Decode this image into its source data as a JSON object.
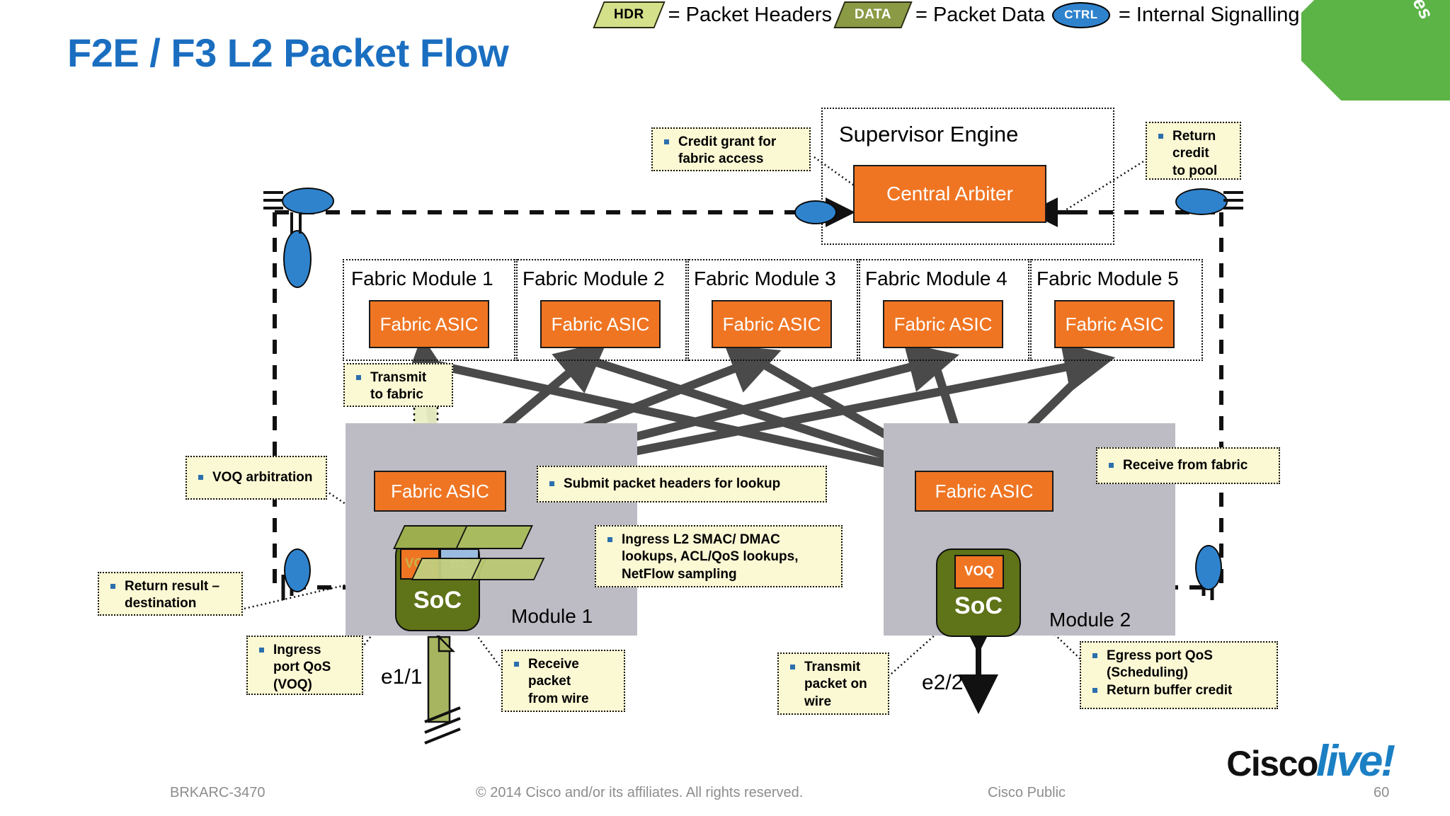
{
  "slide": {
    "title": "F2E / F3 L2 Packet Flow",
    "ribbon_label": "F Series"
  },
  "legend": {
    "hdr_tag": "HDR",
    "hdr_text": "= Packet Headers",
    "data_tag": "DATA",
    "data_text": "= Packet Data",
    "ctrl_tag": "CTRL",
    "ctrl_text": "= Internal Signalling"
  },
  "supervisor": {
    "title": "Supervisor Engine",
    "arbiter_label": "Central Arbiter"
  },
  "fabric_modules": [
    {
      "title": "Fabric Module 1",
      "asic_label": "Fabric ASIC"
    },
    {
      "title": "Fabric Module 2",
      "asic_label": "Fabric ASIC"
    },
    {
      "title": "Fabric Module 3",
      "asic_label": "Fabric ASIC"
    },
    {
      "title": "Fabric Module 4",
      "asic_label": "Fabric ASIC"
    },
    {
      "title": "Fabric Module 5",
      "asic_label": "Fabric ASIC"
    }
  ],
  "modules": [
    {
      "name": "Module 1",
      "asic_label": "Fabric ASIC",
      "soc_label": "SoC",
      "voq_label": "VOQ",
      "be_label": "BE",
      "port": "e1/1"
    },
    {
      "name": "Module 2",
      "asic_label": "Fabric ASIC",
      "soc_label": "SoC",
      "voq_label": "VOQ",
      "port": "e2/2"
    }
  ],
  "callouts": {
    "credit_grant": [
      "Credit grant for",
      "fabric access"
    ],
    "return_credit": [
      "Return",
      "credit",
      "to pool"
    ],
    "transmit_to_fabric": [
      "Transmit",
      "to fabric"
    ],
    "voq_arbitration": [
      "VOQ arbitration"
    ],
    "submit_headers": [
      "Submit packet headers for lookup"
    ],
    "receive_from_fabric": [
      "Receive from fabric"
    ],
    "ingress_lookups": [
      "Ingress L2 SMAC/ DMAC",
      "lookups, ACL/QoS lookups,",
      "NetFlow sampling"
    ],
    "return_result": [
      "Return result –",
      "destination"
    ],
    "ingress_qos": [
      "Ingress",
      "port QoS",
      "(VOQ)"
    ],
    "receive_packet": [
      "Receive",
      "packet",
      "from wire"
    ],
    "transmit_packet": [
      "Transmit",
      "packet on",
      "wire"
    ],
    "egress_qos_line1": "Egress port QoS",
    "egress_qos_line2": "(Scheduling)",
    "egress_qos_line3": "Return buffer credit"
  },
  "footer": {
    "session_id": "BRKARC-3470",
    "copyright": "© 2014 Cisco and/or its affiliates. All rights reserved.",
    "classification": "Cisco Public",
    "page_number": "60",
    "logo_cisco": "Cisco",
    "logo_live": "live!"
  },
  "colors": {
    "title_blue": "#1a6ec0",
    "asic_orange": "#ef7523",
    "soc_olive": "#5f7318",
    "ctrl_blue": "#2f83cd",
    "hdr_green": "#d4e08a",
    "data_green": "#8a9a45",
    "ribbon_green": "#5cb447",
    "callout_yellow": "#fbf8d4",
    "module_gray": "#bdbcc4"
  }
}
